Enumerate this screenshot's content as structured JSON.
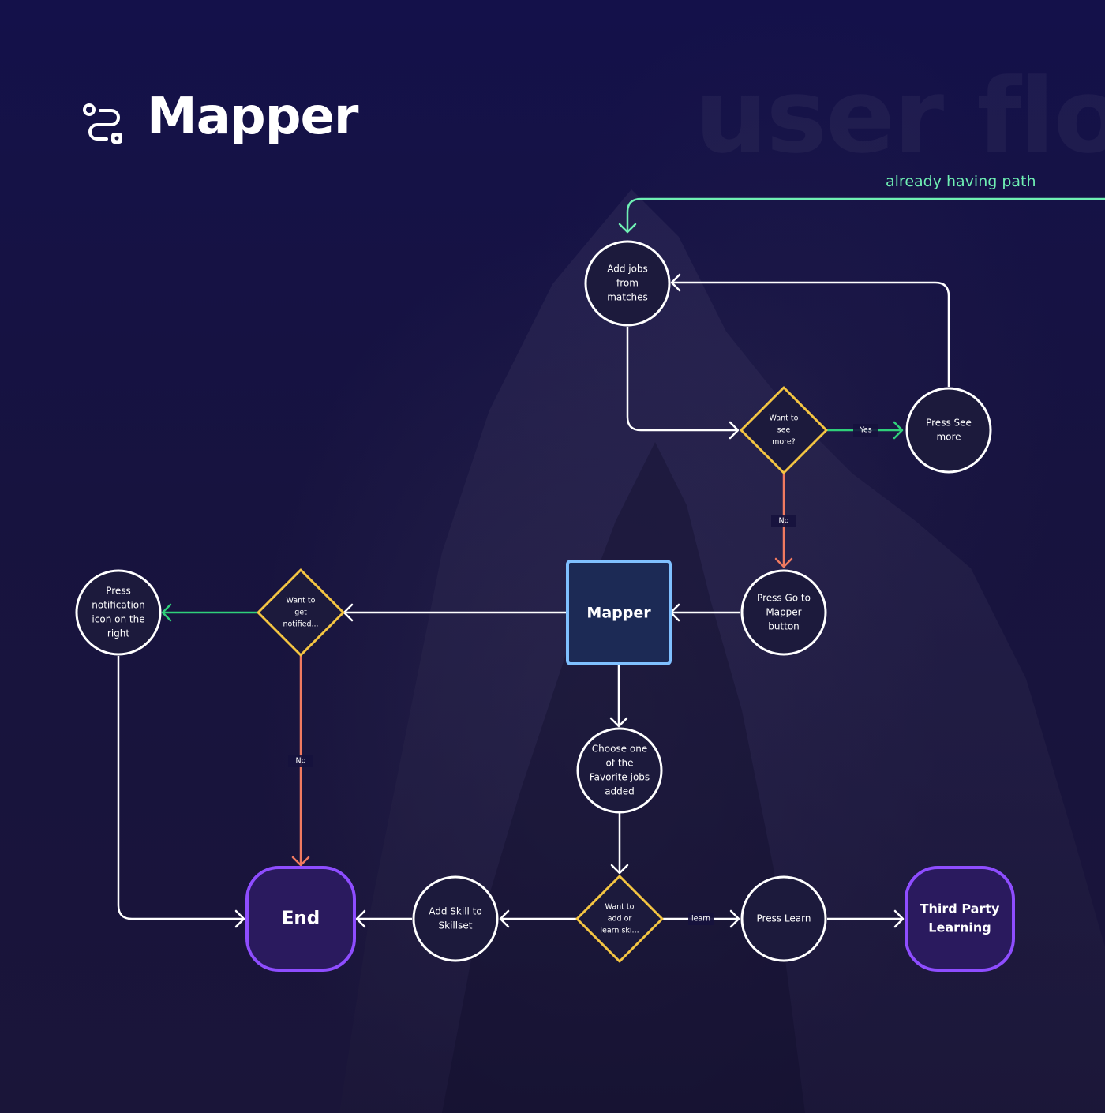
{
  "header": {
    "app_name": "Mapper",
    "watermark": "user flow",
    "logo_icon": "route-icon"
  },
  "colors": {
    "background": "#16123d",
    "node_fill": "#1c1a3c",
    "node_stroke": "#ffffff",
    "decision_stroke": "#f4c542",
    "hub_stroke": "#7fc0ff",
    "hub_fill": "#1c2a55",
    "terminal_stroke": "#8e4dff",
    "terminal_fill": "#2a1a5e",
    "yes_edge": "#2fd07a",
    "no_edge": "#f07a60",
    "entry_edge": "#6ff0b4",
    "default_edge": "#ffffff"
  },
  "flow": {
    "entry_label": "already having path",
    "nodes": {
      "add_jobs": [
        "Add jobs",
        "from",
        "matches"
      ],
      "want_see_more": [
        "Want to",
        "see",
        "more?"
      ],
      "press_see_more": [
        "Press See",
        "more"
      ],
      "press_go_to_mapper": [
        "Press Go to",
        "Mapper",
        "button"
      ],
      "mapper_hub": [
        "Mapper"
      ],
      "want_notified": [
        "Want to",
        "get",
        "notified..."
      ],
      "press_notification": [
        "Press",
        "notification",
        "icon on the",
        "right"
      ],
      "choose_favorite": [
        "Choose one",
        "of the",
        "Favorite jobs",
        "added"
      ],
      "want_add_learn": [
        "Want to",
        "add or",
        "learn ski..."
      ],
      "add_skill": [
        "Add Skill to",
        "Skillset"
      ],
      "end": [
        "End"
      ],
      "press_learn": [
        "Press Learn"
      ],
      "third_party": [
        "Third Party",
        "Learning"
      ]
    },
    "edge_labels": {
      "yes": "Yes",
      "no_see_more": "No",
      "no_notified": "No",
      "learn": "learn"
    }
  }
}
